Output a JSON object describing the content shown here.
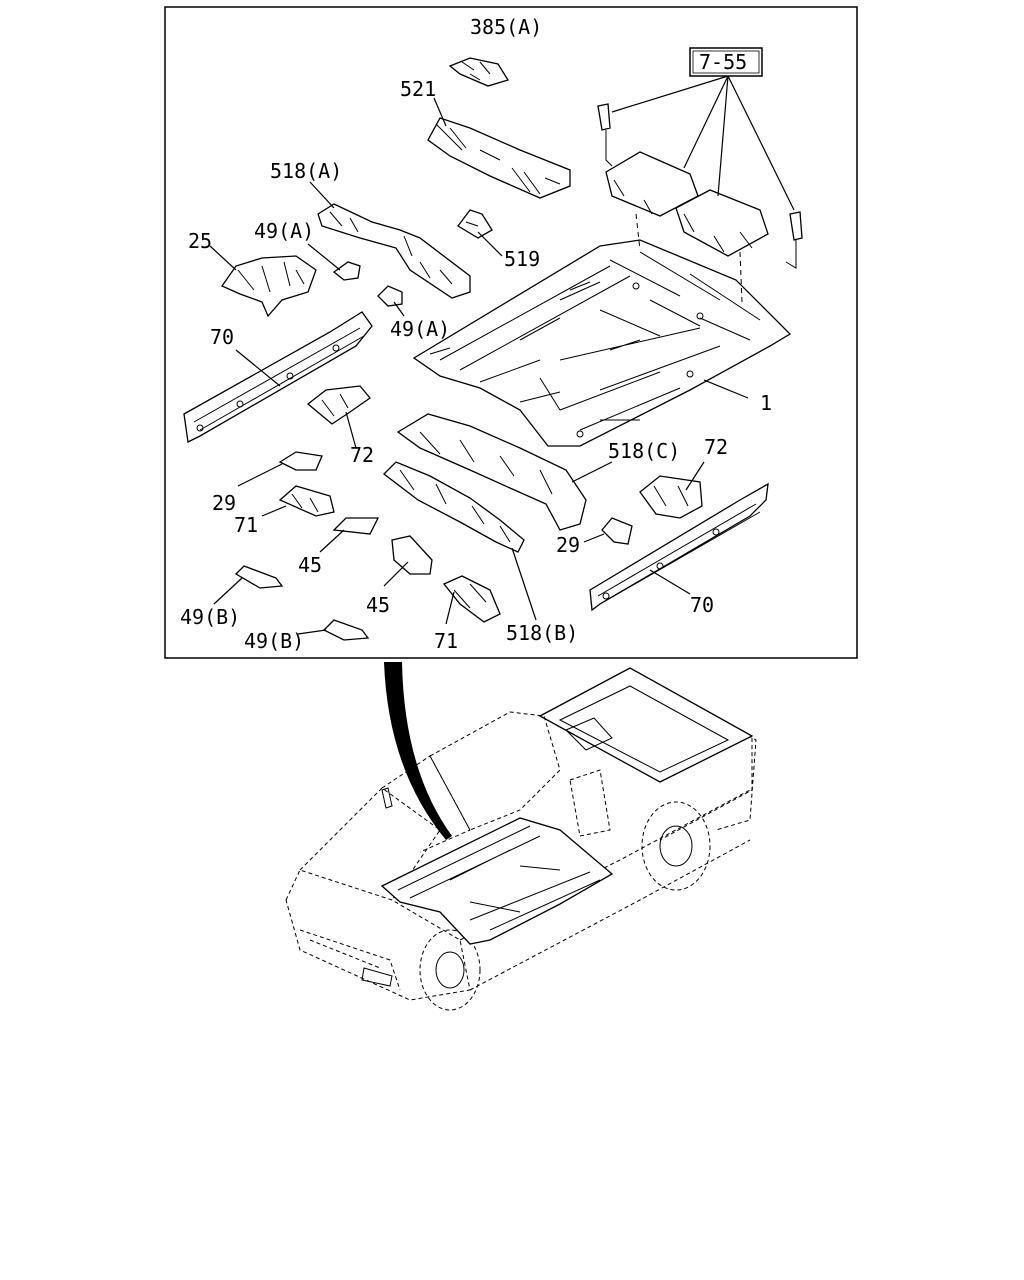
{
  "callouts": {
    "ref_box": "7-55",
    "p385a": "385(A)",
    "p521": "521",
    "p518a": "518(A)",
    "p25": "25",
    "p49a_1": "49(A)",
    "p49a_2": "49(A)",
    "p519": "519",
    "p70_left": "70",
    "p1": "1",
    "p72_left": "72",
    "p518c": "518(C)",
    "p72_right": "72",
    "p29_left": "29",
    "p71_left": "71",
    "p45_1": "45",
    "p45_2": "45",
    "p29_right": "29",
    "p70_right": "70",
    "p49b_1": "49(B)",
    "p49b_2": "49(B)",
    "p71_bottom": "71",
    "p518b": "518(B)"
  },
  "colors": {
    "line": "#000000",
    "background": "#ffffff"
  }
}
